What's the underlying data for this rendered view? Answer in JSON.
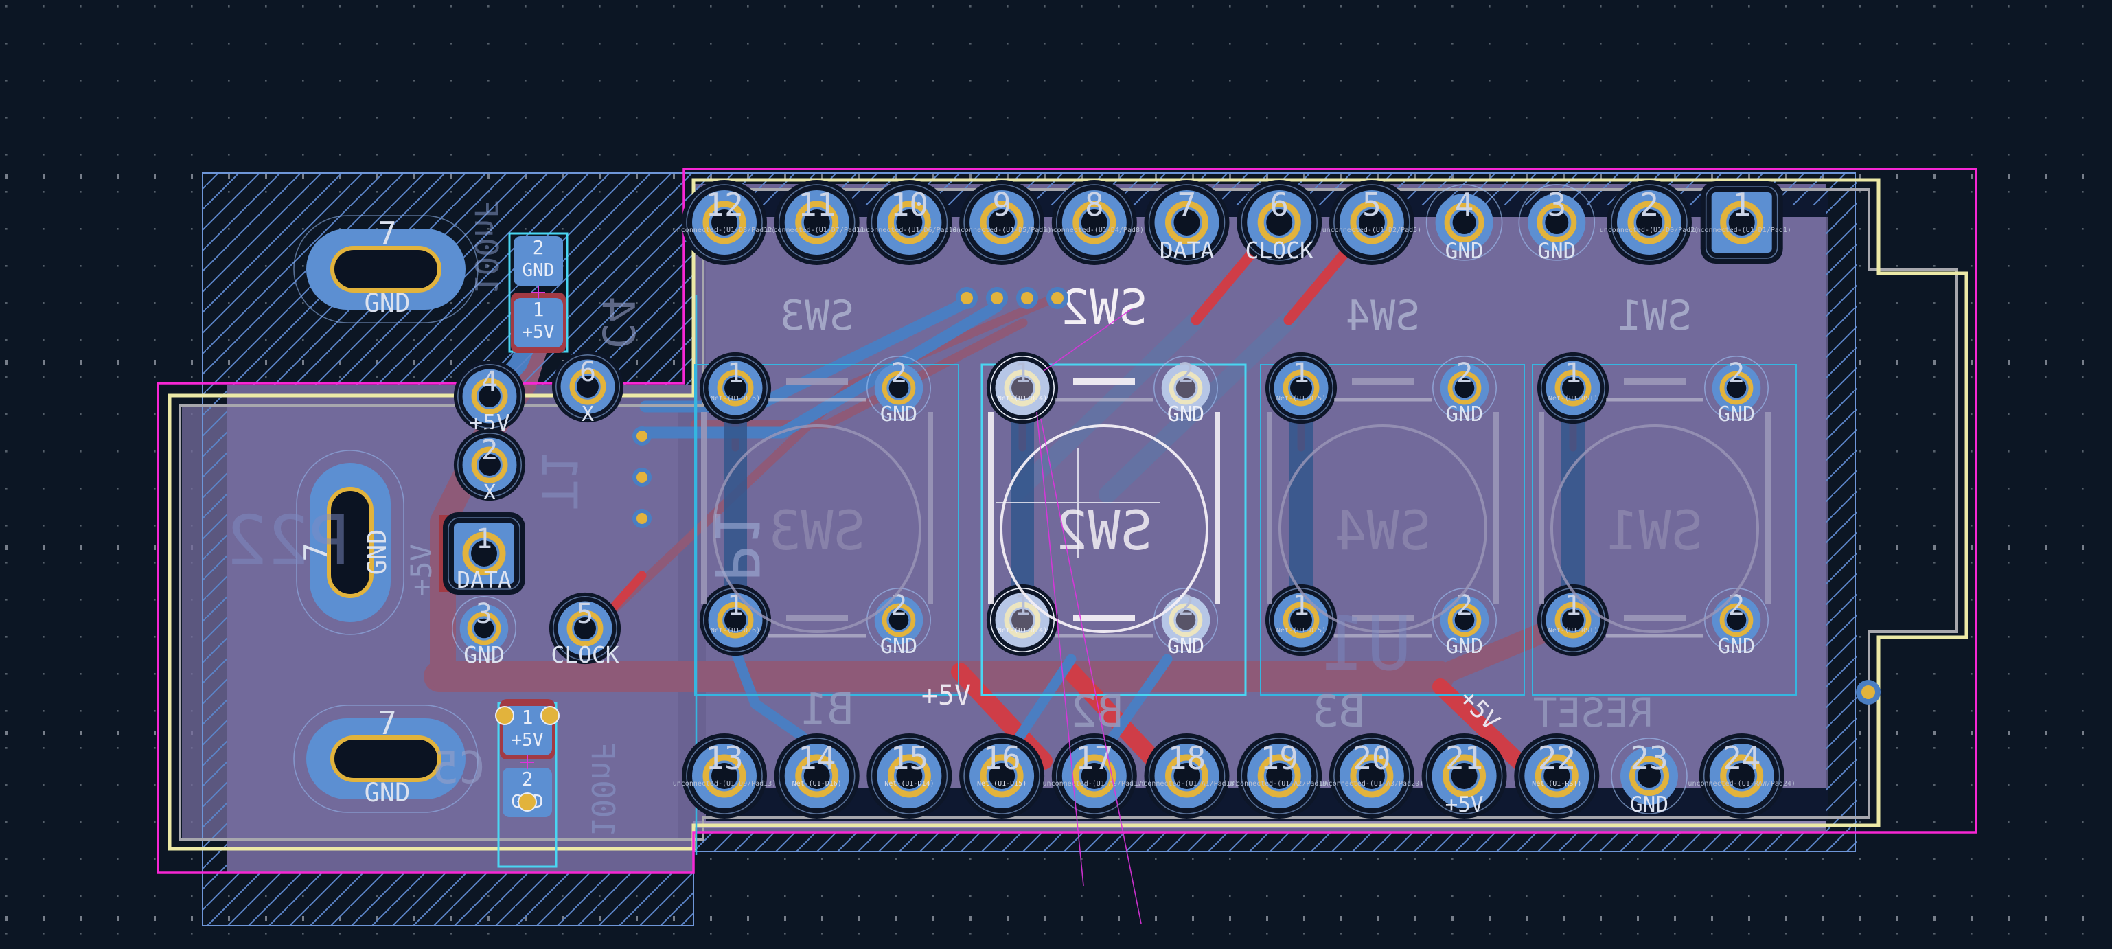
{
  "app": "pcb-layout-editor-canvas",
  "colors": {
    "background": "#0c1624",
    "zone_fill_purple": "#6a6292",
    "zone_fill_light": "#756d9e",
    "copper_front_blue": "#4a7ec2",
    "copper_back_red": "#cf3d47",
    "copper_back_muted": "#8e5a78",
    "pad_blue": "#5c8fd2",
    "pad_hole_ring_yellow": "#e2b33c",
    "pad_dark_ring": "#0d1628",
    "highlight_pale": "#b6c6e6",
    "courtyard_cyan": "#35b6e0",
    "edge_cuts_yellow": "#ece9a6",
    "margin_magenta": "#f627d4",
    "fab_gray": "#a7a7ad",
    "zone_hatch_blue": "#5b84c8",
    "silkscreen_gray": "#9b97b8",
    "silkscreen_white": "#f3eff5",
    "ratsnest_magenta": "#dd33dd"
  },
  "nets": {
    "gnd": "GND",
    "p5v": "+5V",
    "data": "DATA",
    "clock": "CLOCK"
  },
  "header_p1": {
    "ref": "P1",
    "top_pads": [
      {
        "num": "12",
        "net": "unconnected-(U1-D8/Pad12)",
        "type": "ring"
      },
      {
        "num": "11",
        "net": "unconnected-(U1-D7/Pad11)",
        "type": "ring"
      },
      {
        "num": "10",
        "net": "unconnected-(U1-D6/Pad10)",
        "type": "ring"
      },
      {
        "num": "9",
        "net": "unconnected-(U1-D5/Pad9)",
        "type": "ring"
      },
      {
        "num": "8",
        "net": "unconnected-(U1-D4/Pad8)",
        "type": "ring"
      },
      {
        "num": "7",
        "label": "DATA",
        "type": "ring"
      },
      {
        "num": "6",
        "label": "CLOCK",
        "type": "ring"
      },
      {
        "num": "5",
        "net": "unconnected-(U1-D2/Pad5)",
        "type": "ring"
      },
      {
        "num": "4",
        "label": "GND",
        "type": "gnd"
      },
      {
        "num": "3",
        "label": "GND",
        "type": "gnd"
      },
      {
        "num": "2",
        "net": "unconnected-(U1-D0/Pad2)",
        "type": "ring"
      },
      {
        "num": "1",
        "net": "unconnected-(U1-D1/Pad1)",
        "type": "square"
      }
    ],
    "bottom_pads": [
      {
        "num": "13",
        "net": "unconnected-(U1-D9/Pad13)",
        "type": "ring"
      },
      {
        "num": "14",
        "net": "Net-(U1-D16)",
        "type": "ring"
      },
      {
        "num": "15",
        "net": "Net-(U1-D14)",
        "type": "ring"
      },
      {
        "num": "16",
        "net": "Net-(U1-D15)",
        "type": "ring"
      },
      {
        "num": "17",
        "net": "unconnected-(U1-A0/Pad17)",
        "type": "ring"
      },
      {
        "num": "18",
        "net": "unconnected-(U1-A1/Pad18)",
        "type": "ring"
      },
      {
        "num": "19",
        "net": "unconnected-(U1-A2/Pad19)",
        "type": "ring"
      },
      {
        "num": "20",
        "net": "unconnected-(U1-A3/Pad20)",
        "type": "ring"
      },
      {
        "num": "21",
        "label": "+5V",
        "type": "ring"
      },
      {
        "num": "22",
        "net": "Net-(U1-RST)",
        "type": "ring"
      },
      {
        "num": "23",
        "label": "GND",
        "type": "gnd"
      },
      {
        "num": "24",
        "net": "unconnected-(U1-RAW/Pad24)",
        "type": "ring"
      }
    ]
  },
  "switches": [
    {
      "ref": "SW3",
      "pad1_net": "Net-(U1-D16)",
      "selected": false
    },
    {
      "ref": "SW2",
      "pad1_net": "Net-(U1-D14)",
      "selected": true
    },
    {
      "ref": "SW4",
      "pad1_net": "Net-(U1-D15)",
      "selected": false
    },
    {
      "ref": "SW1",
      "pad1_net": "Net-(U1-RST)",
      "selected": false
    }
  ],
  "switch_pad2_label": "GND",
  "module_p22": {
    "ref": "P22",
    "pads": [
      {
        "num": "7",
        "label": "GND",
        "orient": "h"
      },
      {
        "num": "7",
        "label": "GND",
        "orient": "v"
      },
      {
        "num": "7",
        "label": "GND",
        "orient": "h"
      }
    ]
  },
  "t1": {
    "ref": "T1",
    "pads": [
      {
        "num": "4",
        "label": "+5V",
        "type": "ring"
      },
      {
        "num": "6",
        "label": "X",
        "type": "ring"
      },
      {
        "num": "2",
        "label": "X",
        "type": "ring"
      },
      {
        "num": "1",
        "label": "DATA",
        "type": "square"
      },
      {
        "num": "3",
        "label": "GND",
        "type": "gnd"
      },
      {
        "num": "5",
        "label": "CLOCK",
        "type": "ring"
      }
    ]
  },
  "c4": {
    "ref": "C4",
    "value": "100nF",
    "pad_top": {
      "num": "2",
      "label": "GND"
    },
    "pad_bottom": {
      "num": "1",
      "label": "+5V"
    }
  },
  "c5": {
    "ref": "C5",
    "value": "100nF",
    "pad_top": {
      "num": "1",
      "label": "+5V"
    },
    "pad_bottom": {
      "num": "2",
      "label": "GND"
    }
  },
  "other_silkscreen": {
    "u1": "U1",
    "b1": "B1",
    "b2": "B2",
    "b3": "B3",
    "reset": "RESET",
    "p5v_vertical": "+5V",
    "p5v_band": "+5V",
    "p5v_diag": "+5V"
  },
  "via_counts": {
    "top_row": 4,
    "left_stack": 3,
    "right_edge": 1
  }
}
